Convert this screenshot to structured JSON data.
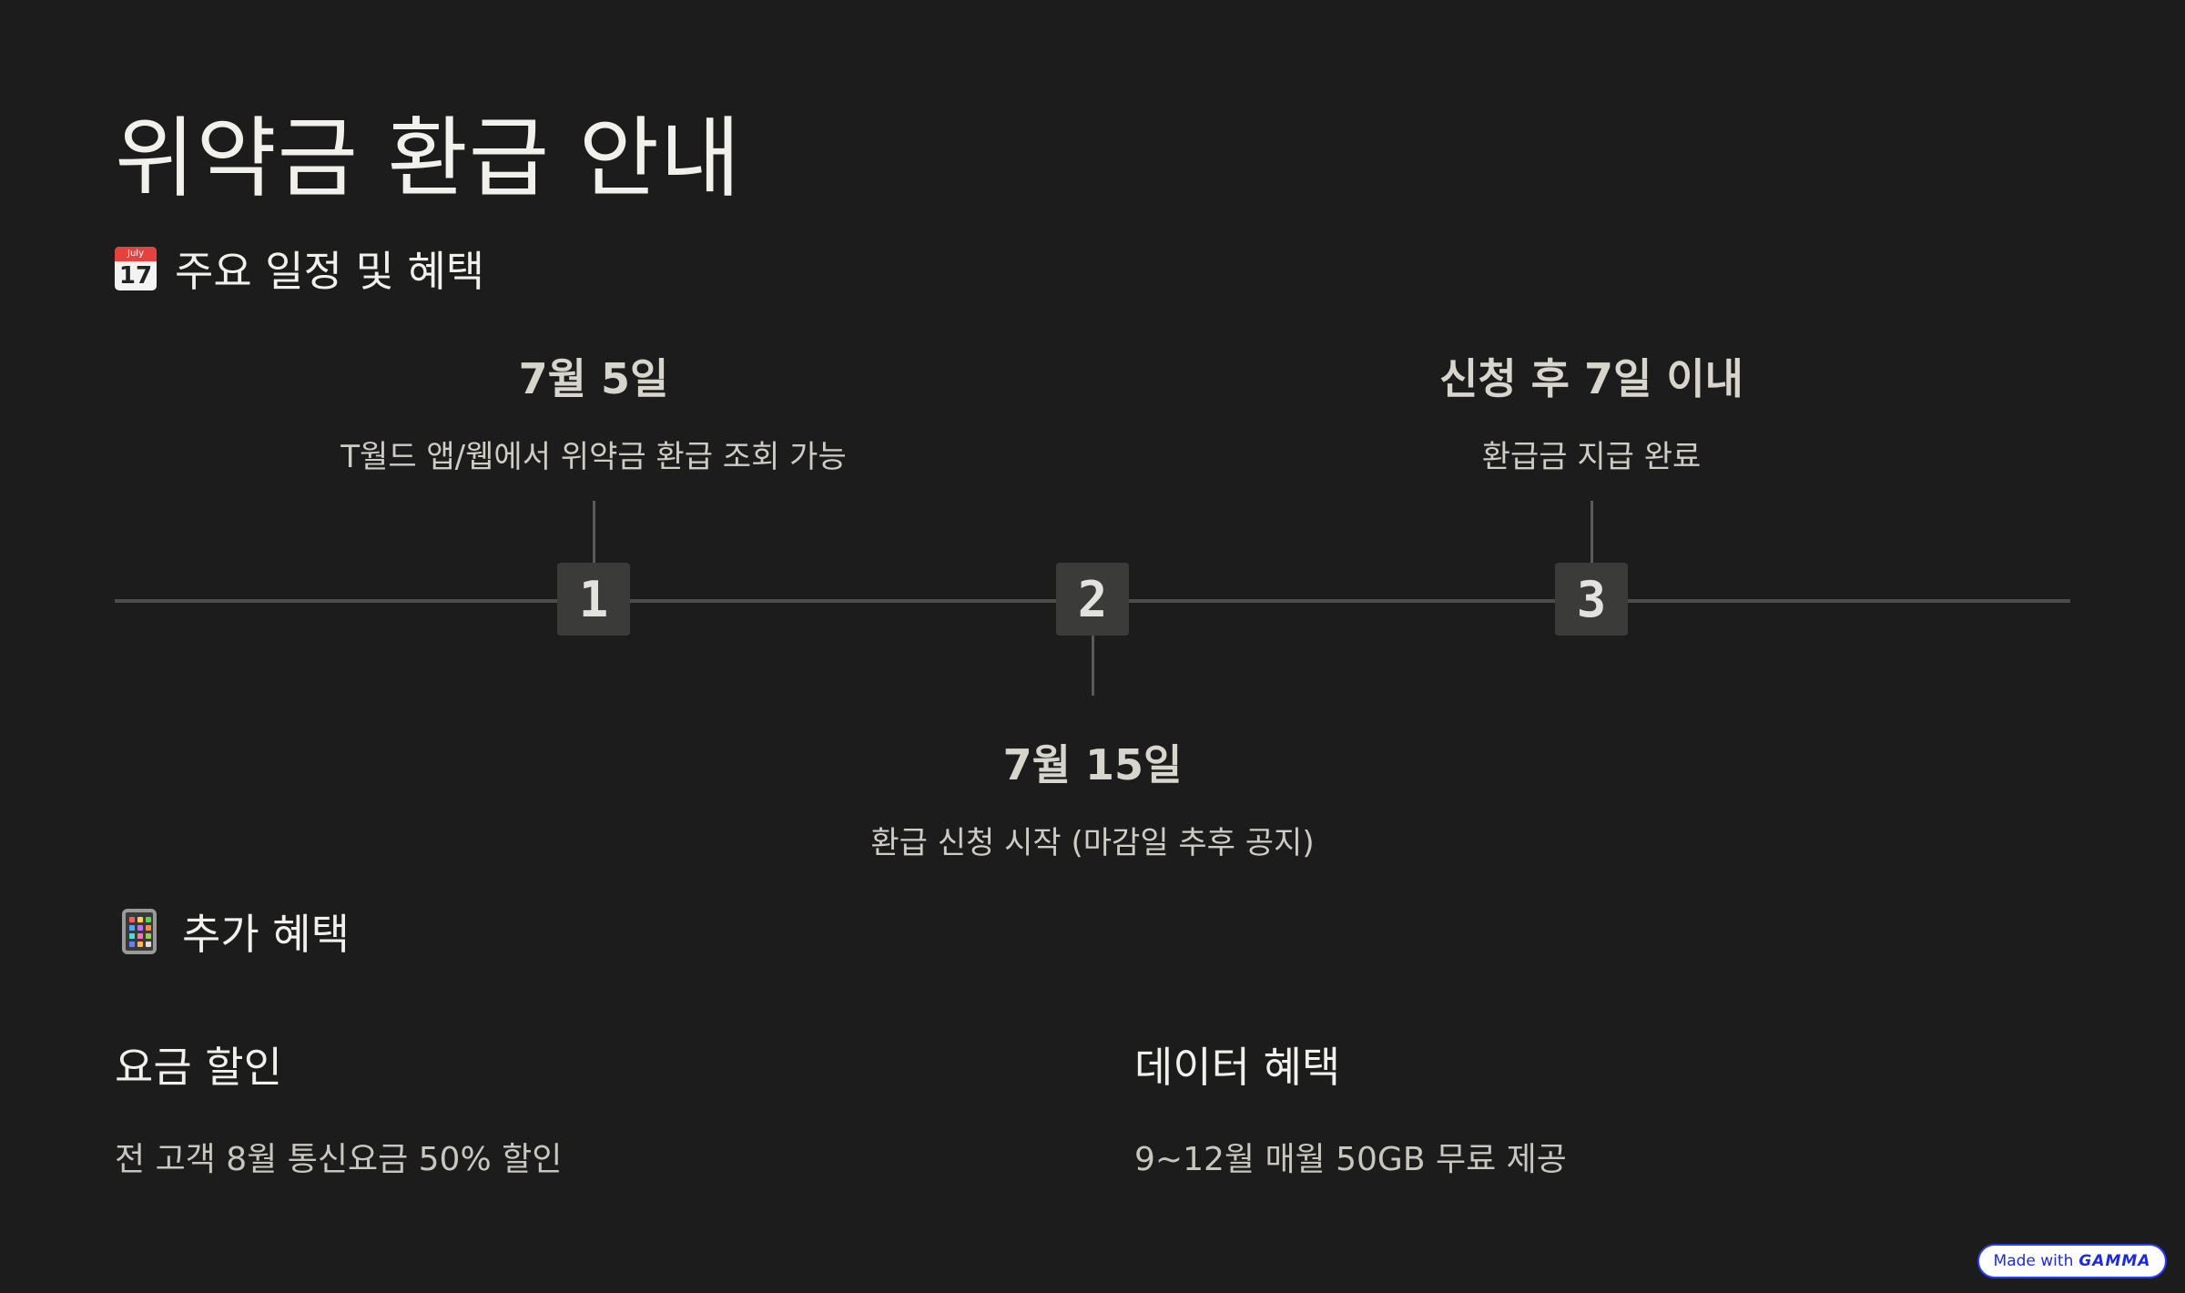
{
  "page": {
    "title": "위약금 환급 안내"
  },
  "schedule_section": {
    "heading": "주요 일정 및 혜택",
    "icon": "calendar-icon",
    "calendar_month": "July",
    "calendar_day": "17",
    "milestones": [
      {
        "step": "1",
        "date": "7월 5일",
        "description": "T월드 앱/웹에서 위약금 환급 조회 가능"
      },
      {
        "step": "2",
        "date": "7월 15일",
        "description": "환급 신청 시작 (마감일 추후 공지)"
      },
      {
        "step": "3",
        "date": "신청 후 7일 이내",
        "description": "환급금 지급 완료"
      }
    ]
  },
  "benefits_section": {
    "heading": "추가 혜택",
    "icon": "mobile-phone-icon",
    "items": [
      {
        "title": "요금 할인",
        "description": "전 고객 8월 통신요금 50% 할인"
      },
      {
        "title": "데이터 혜택",
        "description": "9~12월 매월 50GB 무료 제공"
      }
    ]
  },
  "badge": {
    "prefix": "Made with",
    "brand": "GAMMA"
  },
  "colors": {
    "background": "#1c1c1c",
    "timeline": "#4c4c4a",
    "step_box": "#3b3b3a",
    "badge_accent": "#2a3cff"
  }
}
